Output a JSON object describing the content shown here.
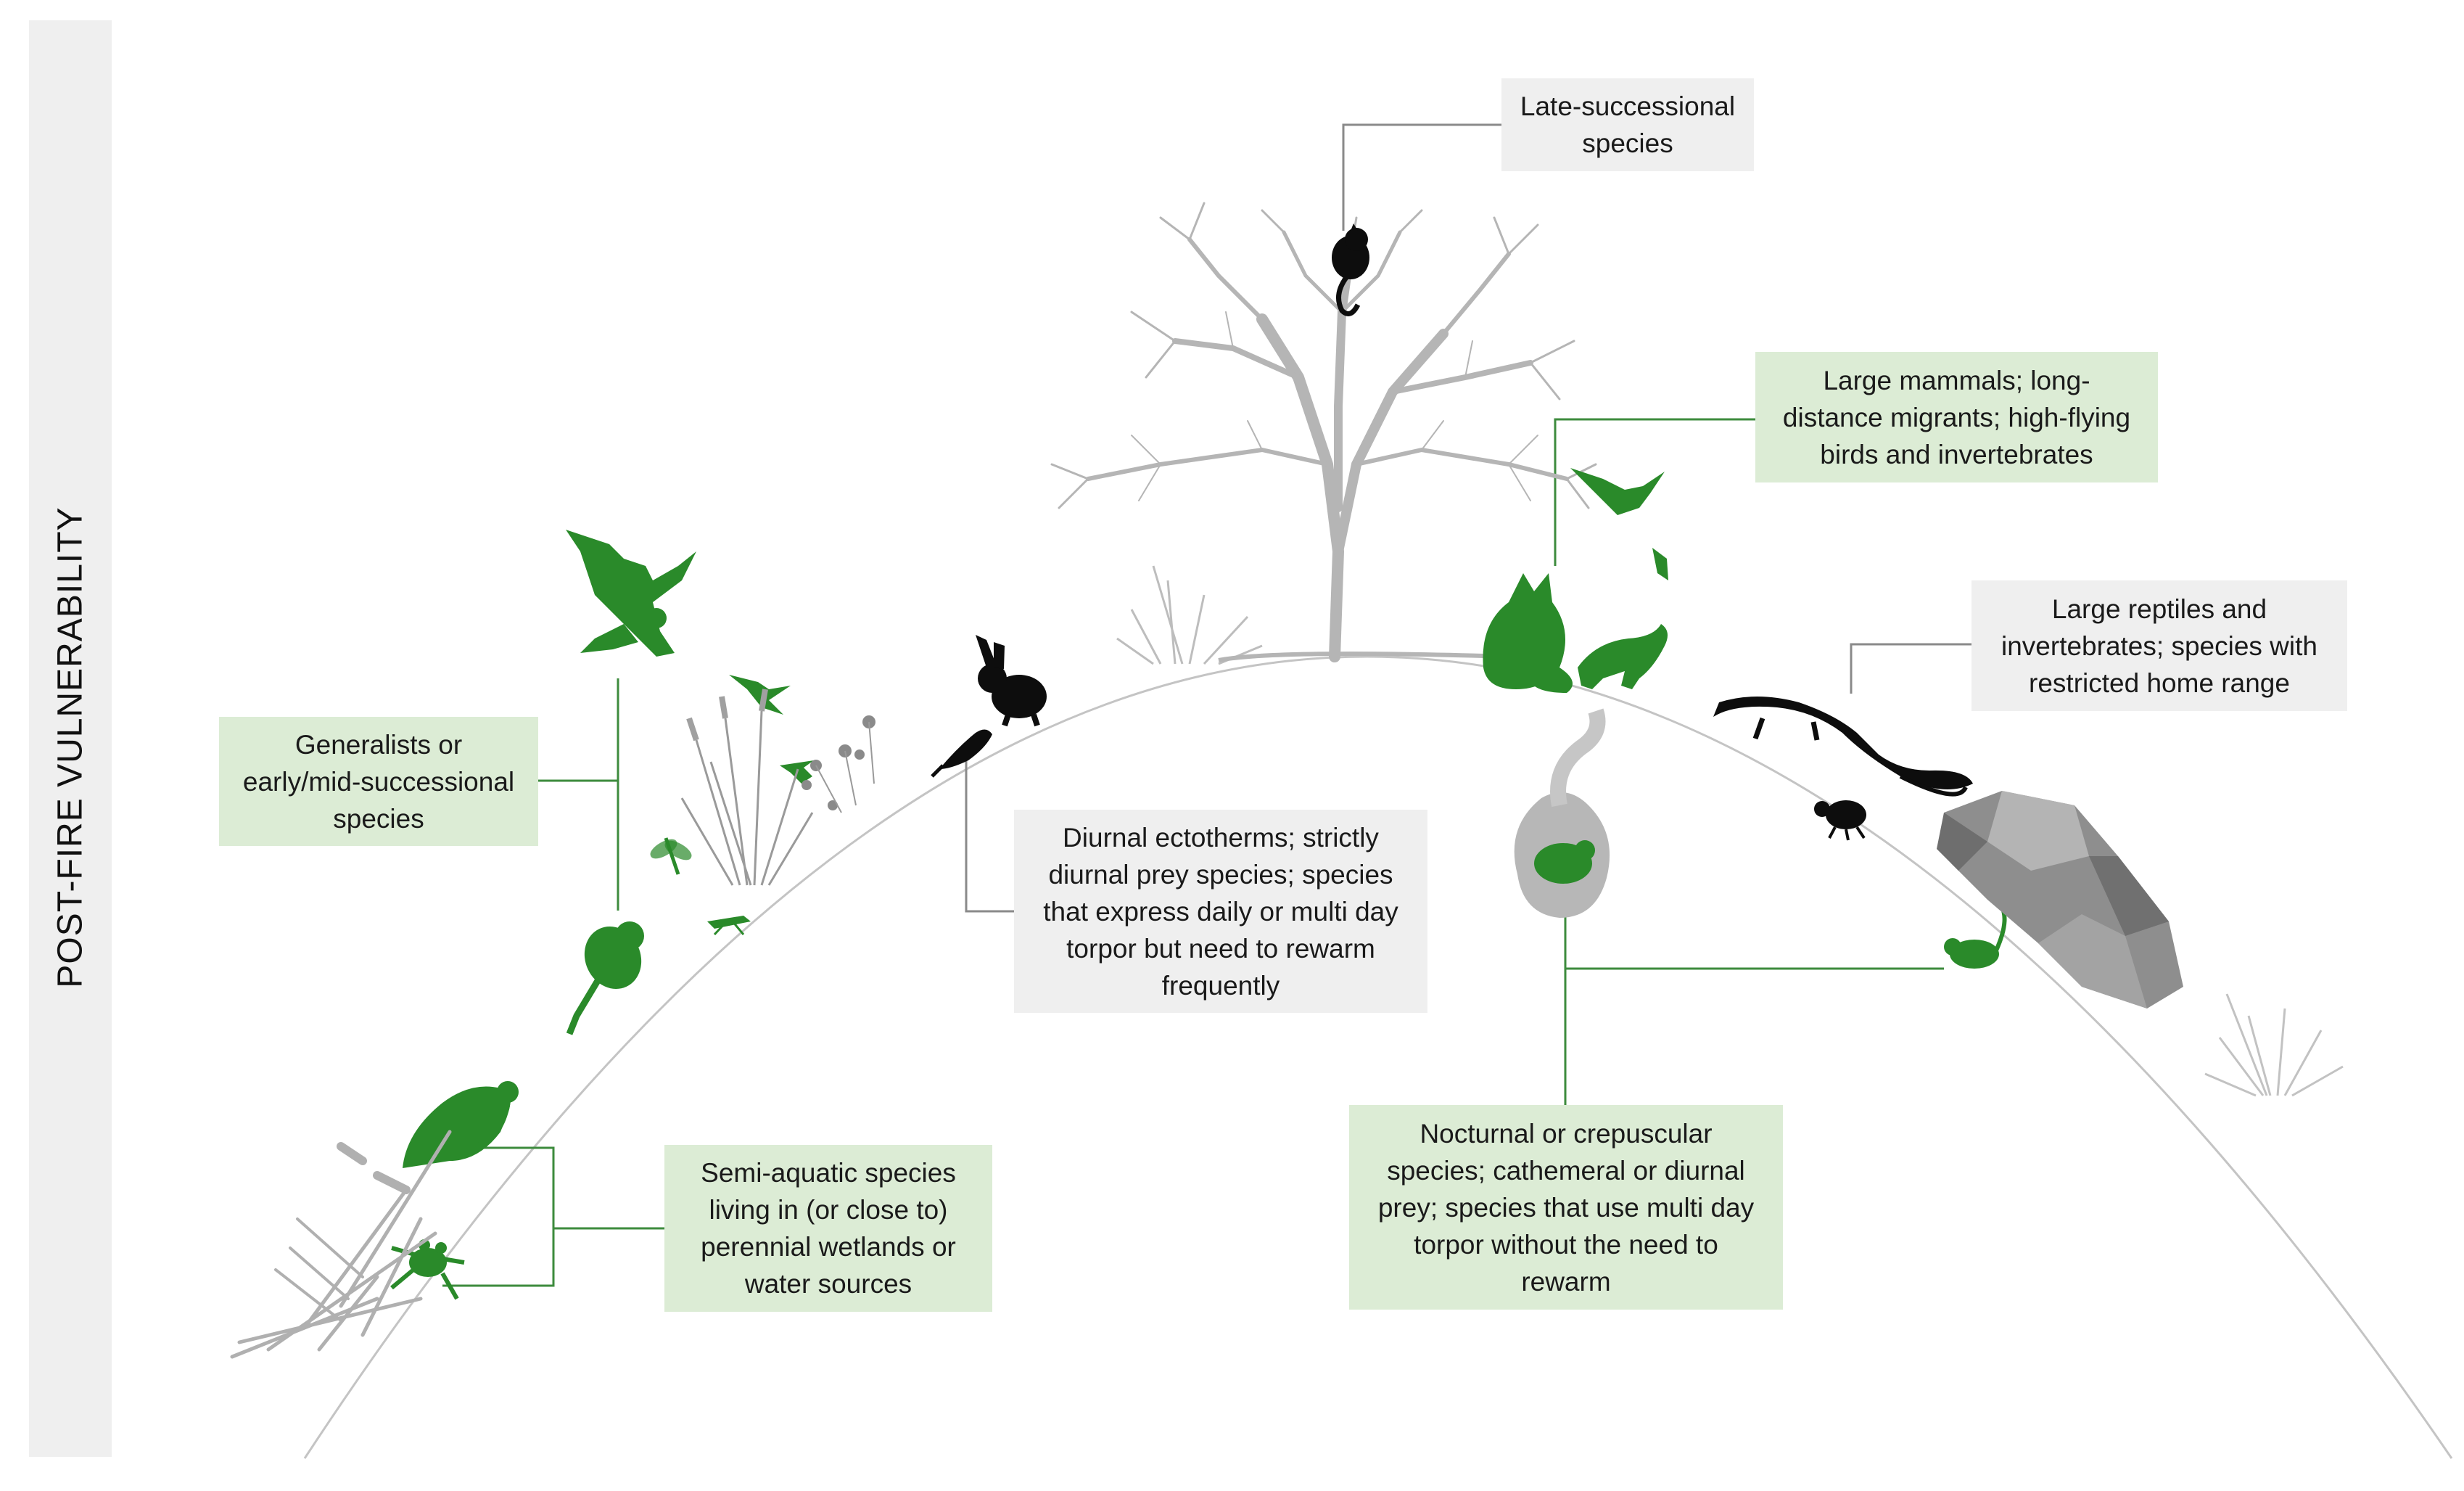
{
  "axis_label": "POST-FIRE VULNERABILITY",
  "colors": {
    "green": "#2a8a2a",
    "black": "#0d0d0d",
    "grey": "#a8a8a8",
    "green_box": "#dcecd5",
    "grey_box": "#efefef",
    "connector_green": "#3d8b3d",
    "connector_grey": "#8a8a8a"
  },
  "categories": [
    {
      "id": "late",
      "lines": [
        "Late-successional",
        "species"
      ]
    },
    {
      "id": "large",
      "lines": [
        "Large mammals; long-",
        "distance migrants; high-flying",
        "birds and invertebrates"
      ]
    },
    {
      "id": "reptile",
      "lines": [
        "Large reptiles and",
        "invertebrates; species with",
        "restricted home range"
      ]
    },
    {
      "id": "general",
      "lines": [
        "Generalists or",
        "early/mid-successional",
        "species"
      ]
    },
    {
      "id": "diurnal",
      "lines": [
        "Diurnal ectotherms; strictly",
        "diurnal prey species; species",
        "that express daily or multi day",
        "torpor but need to rewarm",
        "frequently"
      ]
    },
    {
      "id": "semi",
      "lines": [
        "Semi-aquatic species",
        "living in (or close to)",
        "perennial wetlands or",
        "water sources"
      ]
    },
    {
      "id": "noct",
      "lines": [
        "Nocturnal or crepuscular",
        "species; cathemeral or diurnal",
        "prey; species that use multi day",
        "torpor without the need to",
        "rewarm"
      ]
    }
  ],
  "icons": [
    "possum-icon",
    "tree-icon",
    "eagle-icon",
    "small-bird-icon",
    "dragonfly-icon",
    "grasshopper-icon",
    "grass-icon",
    "flowers-icon",
    "rabbit-icon",
    "lizard-icon",
    "squirrel-icon",
    "otter-icon",
    "frog-icon",
    "reed-icon",
    "fox-icon",
    "bird-icon",
    "weasel-icon",
    "monitor-lizard-icon",
    "beetle-icon",
    "burrow-mouse-icon",
    "mouse-icon",
    "rock-icon",
    "shrub-icon"
  ]
}
